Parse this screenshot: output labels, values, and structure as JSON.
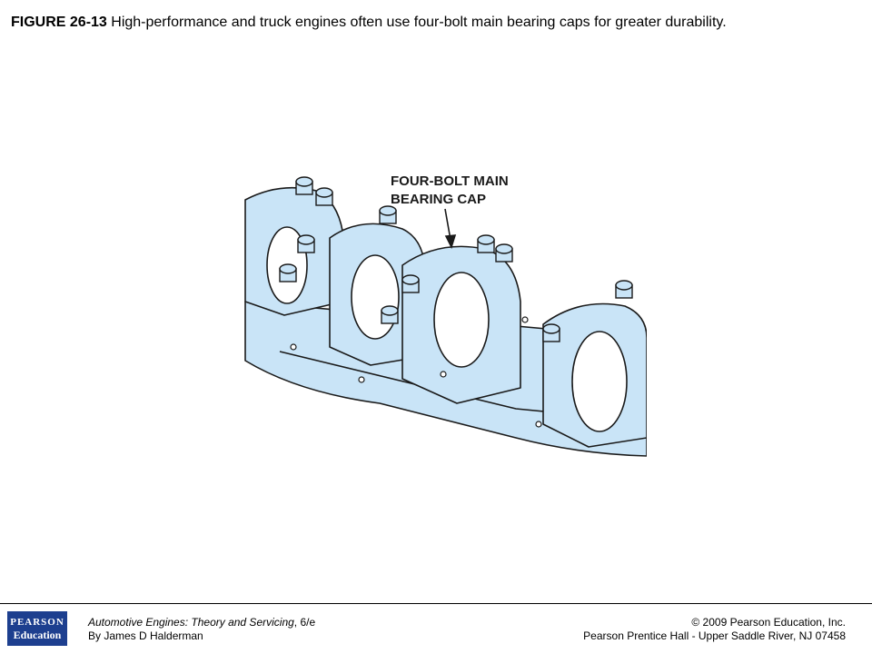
{
  "caption": {
    "figure_label": "FIGURE 26-13",
    "text": "High-performance and truck engines often use four-bolt main bearing caps for greater durability."
  },
  "illustration": {
    "callout_line1": "FOUR-BOLT MAIN",
    "callout_line2": "BEARING CAP",
    "fill_color": "#c9e4f7",
    "line_color": "#1a1a1a"
  },
  "footer": {
    "logo_line1": "PEARSON",
    "logo_line2": "Education",
    "book_title": "Automotive Engines: Theory and Servicing",
    "book_edition": ", 6/e",
    "author": "By James D Halderman",
    "copyright": "© 2009 Pearson Education, Inc.",
    "publisher": "Pearson Prentice Hall - Upper Saddle River, NJ 07458",
    "logo_color": "#1d3f8f"
  }
}
